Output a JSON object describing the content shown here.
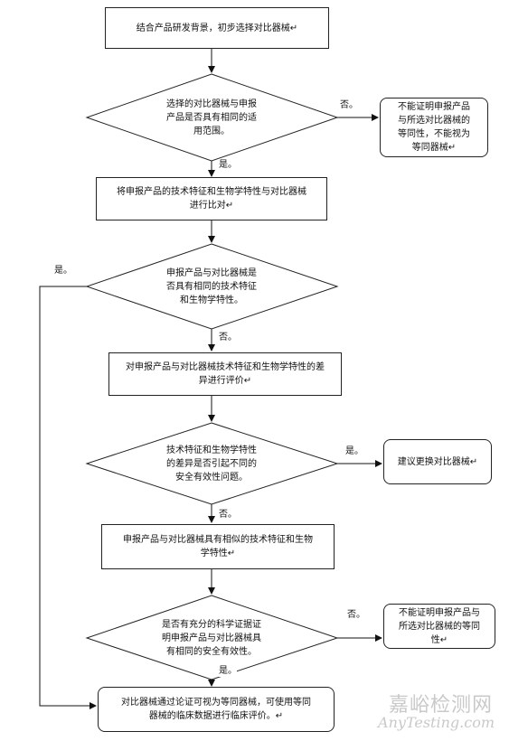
{
  "nodes": {
    "start": "结合产品研发背景，初步选择对比器械↵",
    "decision1": "选择的对比器械与申报\n产品是否具有相同的适\n用范围。",
    "no_equiv1": "不能证明申报产品\n与所选对比器械的\n等同性，不能视为\n等同器械↵",
    "compare": "将申报产品的技术特征和生物学特性与对比器械\n进行比对↵",
    "decision2": "申报产品与对比器械是\n否具有相同的技术特征\n和生物学特性。",
    "evaluate": "对申报产品与对比器械技术特征和生物学特性的差\n异进行评价↵",
    "decision3": "技术特征和生物学特性\n的差异是否引起不同的\n安全有效性问题。",
    "replace": "建议更换对比器械↵",
    "similar": "申报产品与对比器械具有相似的技术特征和生物\n学特性↵",
    "decision4": "是否有充分的科学证据证\n明申报产品与对比器械具\n有相同的安全有效性。",
    "no_equiv2": "不能证明申报产品与\n所选对比器械的等同\n性↵",
    "end": "对比器械通过论证可视为等同器械，可使用等同\n器械的临床数据进行临床评价。↵"
  },
  "labels": {
    "d1_no": "否。",
    "d1_yes": "是。",
    "d2_yes": "是。",
    "d2_no": "否。",
    "d3_yes": "是。",
    "d3_no": "否。",
    "d4_no": "否。",
    "d4_yes": "是。"
  },
  "watermark": {
    "cn": "嘉峪检测网",
    "en": "AnyTesting.com"
  }
}
